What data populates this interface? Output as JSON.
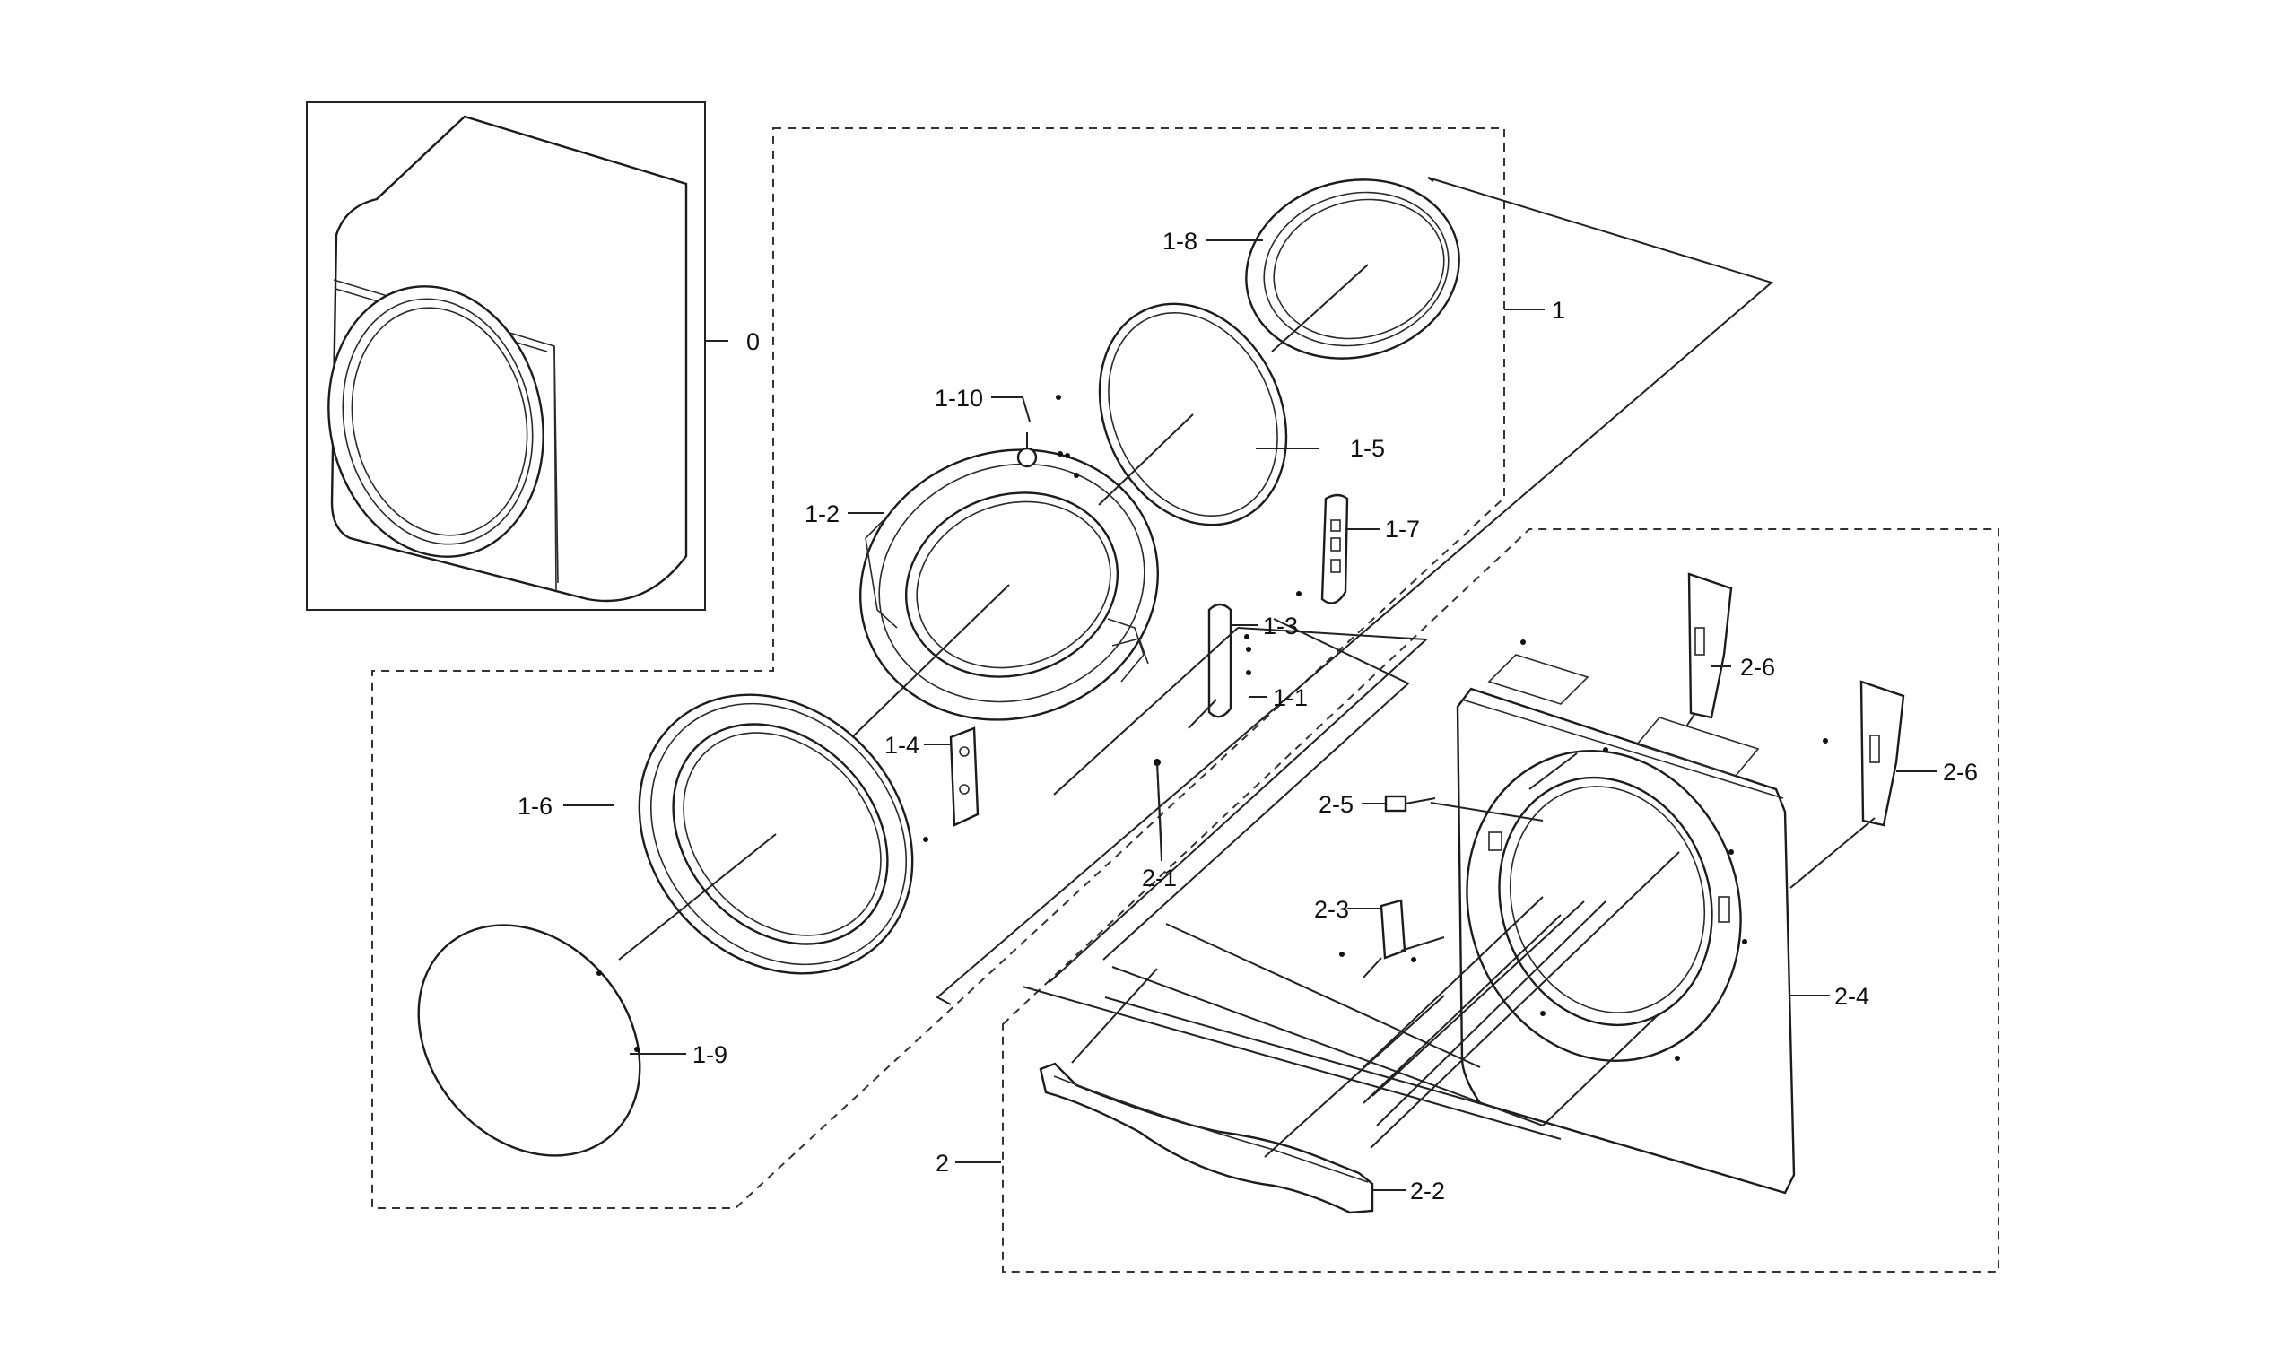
{
  "labels": {
    "p0": "0",
    "p1": "1",
    "p1_1": "1-1",
    "p1_2": "1-2",
    "p1_3": "1-3",
    "p1_4": "1-4",
    "p1_5": "1-5",
    "p1_6": "1-6",
    "p1_7": "1-7",
    "p1_8": "1-8",
    "p1_9": "1-9",
    "p1_10": "1-10",
    "p2": "2",
    "p2_1": "2-1",
    "p2_2": "2-2",
    "p2_3": "2-3",
    "p2_4": "2-4",
    "p2_5": "2-5",
    "p2_6a": "2-6",
    "p2_6b": "2-6"
  }
}
